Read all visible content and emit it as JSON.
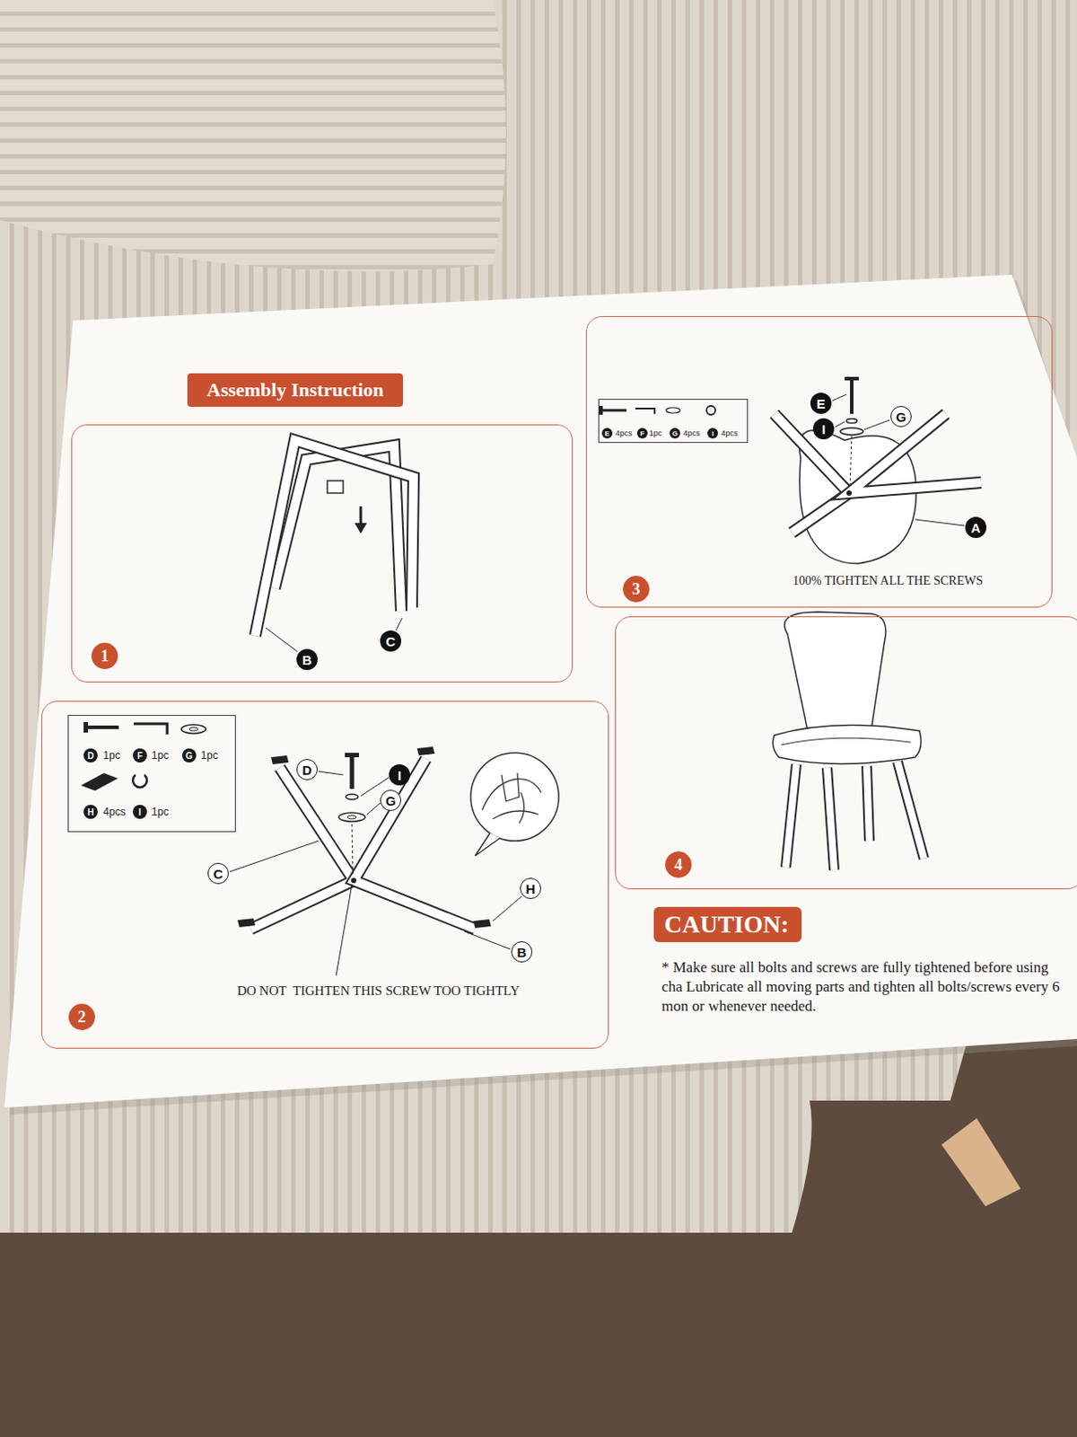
{
  "diagram": {
    "title": "Assembly Instruction",
    "nodes": [
      {
        "text": [
          "1"
        ]
      },
      {
        "text": [
          "2"
        ]
      },
      {
        "text": [
          "D",
          "1pc",
          "F",
          "1pc",
          "G",
          "1pc",
          "H",
          "4pcs",
          "I",
          "1pc"
        ],
        "in": 1
      },
      {
        "text": [
          "3"
        ]
      },
      {
        "text": [
          "E",
          "4pcs",
          "F",
          "1pc",
          "G",
          "4pcs",
          "I",
          "4pcs"
        ],
        "in": 3
      },
      {
        "text": [
          "4"
        ]
      },
      {
        "text": [
          "CAUTION:"
        ]
      }
    ],
    "labels": [
      "B",
      "C",
      "D",
      "I",
      "G",
      "C",
      "H",
      "B",
      "DO NOT  TIGHTEN THIS SCREW TOO TIGHTLY",
      "E",
      "G",
      "I",
      "A",
      "100% TIGHTEN ALL THE SCREWS",
      "* Make sure all bolts and screws are fully tightened before using cha Lubricate all moving parts and tighten all bolts/screws every 6 mon or whenever needed."
    ]
  }
}
